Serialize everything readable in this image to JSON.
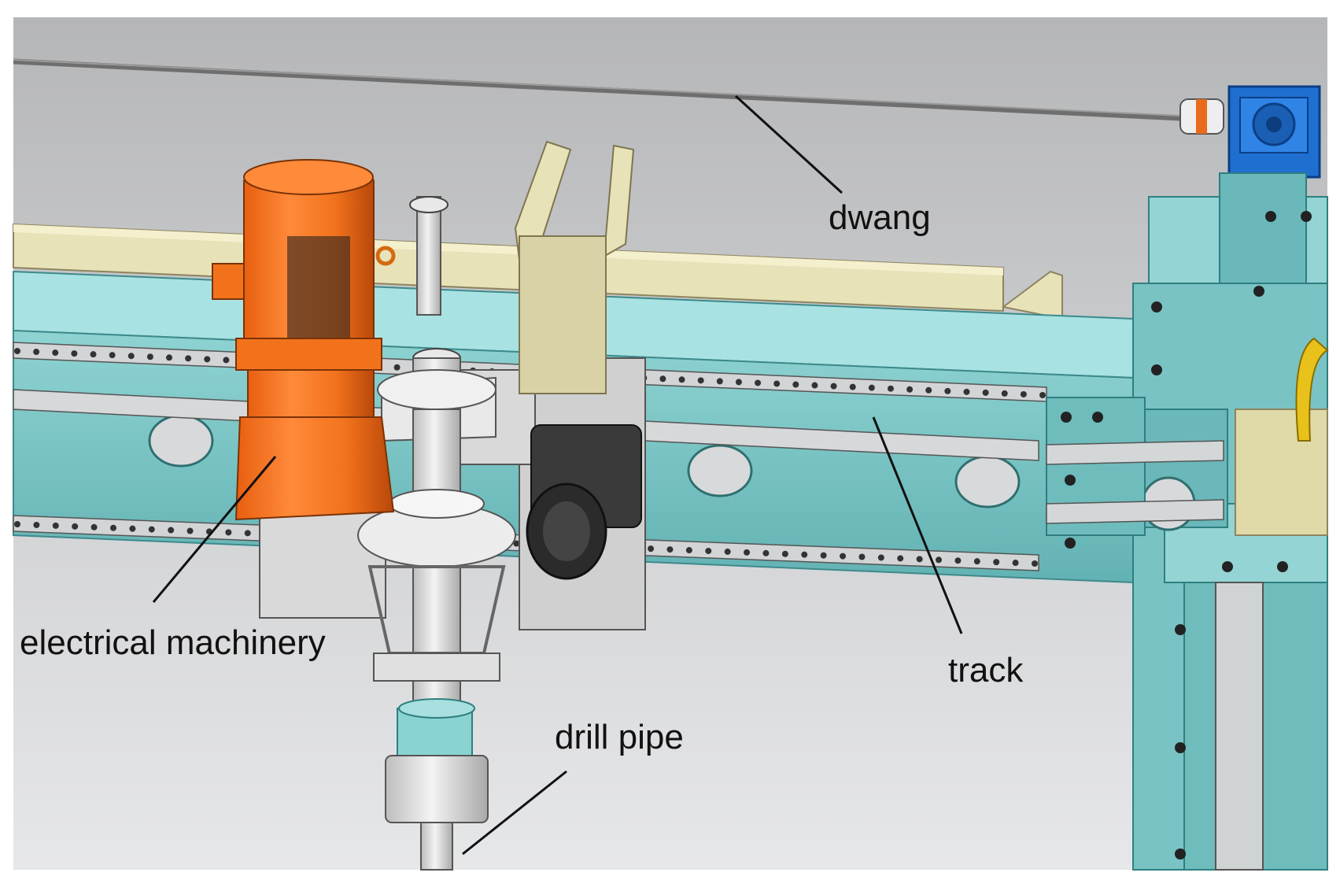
{
  "labels": {
    "dwang": "dwang",
    "electrical_machinery": "electrical machinery",
    "track": "track",
    "drill_pipe": "drill pipe"
  },
  "colors": {
    "background_top": "#b9babc",
    "background_bottom": "#e4e5e7",
    "beam_teal": "#6fbcbd",
    "beam_teal_light": "#a7e1e1",
    "beam_teal_dark": "#4f9c9e",
    "rail_gray": "#c9cbcc",
    "cream": "#e8e2b8",
    "cream_dark": "#cfc79a",
    "motor_orange": "#f2721c",
    "motor_orange_dark": "#c6500a",
    "gearbox_blue": "#1f6fd0",
    "steel_light": "#e3e3e3",
    "steel_mid": "#bfbfbf",
    "motor_black": "#3a3a3a",
    "bolt": "#222222",
    "leader_line": "#111111"
  }
}
